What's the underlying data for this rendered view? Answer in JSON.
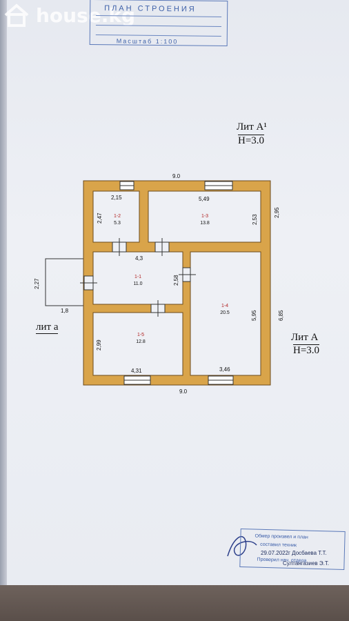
{
  "watermark": {
    "site": "house.kg",
    "icon": "house-icon"
  },
  "stamp_top": {
    "title": "ПЛАН СТРОЕНИЯ",
    "scale": "Масштаб 1:100"
  },
  "labels": {
    "lit_a1_name": "Лит А¹",
    "lit_a1_height": "H=3.0",
    "lit_a_name": "Лит А",
    "lit_a_height": "H=3.0",
    "lit_small": "лит а"
  },
  "dimensions": {
    "top_width": "9.0",
    "bottom_width": "9.0",
    "right_upper": "2,95",
    "right_lower": "6,85",
    "room2_width": "2,15",
    "room2_height": "2,47",
    "room3_width": "5,49",
    "room3_height": "2,53",
    "room1_width": "4,3",
    "room1_height": "2,58",
    "room4_height": "5,95",
    "room5_height": "2,99",
    "room5_width": "4,31",
    "room4_width": "3,46",
    "porch_height": "2,27",
    "porch_width": "1,8"
  },
  "rooms": [
    {
      "id": "1-2",
      "area": "5.3"
    },
    {
      "id": "1-3",
      "area": "13.8"
    },
    {
      "id": "1-1",
      "area": "11.0"
    },
    {
      "id": "1-4",
      "area": "20.5"
    },
    {
      "id": "1-5",
      "area": "12.8"
    }
  ],
  "stamp_bottom": {
    "line1": "Обмер произвел и план",
    "line2": "составил техник",
    "line3": "Проверил нач. отдела"
  },
  "signature": {
    "date_name": "29.07.2022г Досбаева Т.Т.",
    "second_name": "Султангазиев Э.Т."
  },
  "colors": {
    "wall": "#d9a44a",
    "wall_outline": "#6b4a1c",
    "stamp": "#3c5fa8"
  }
}
